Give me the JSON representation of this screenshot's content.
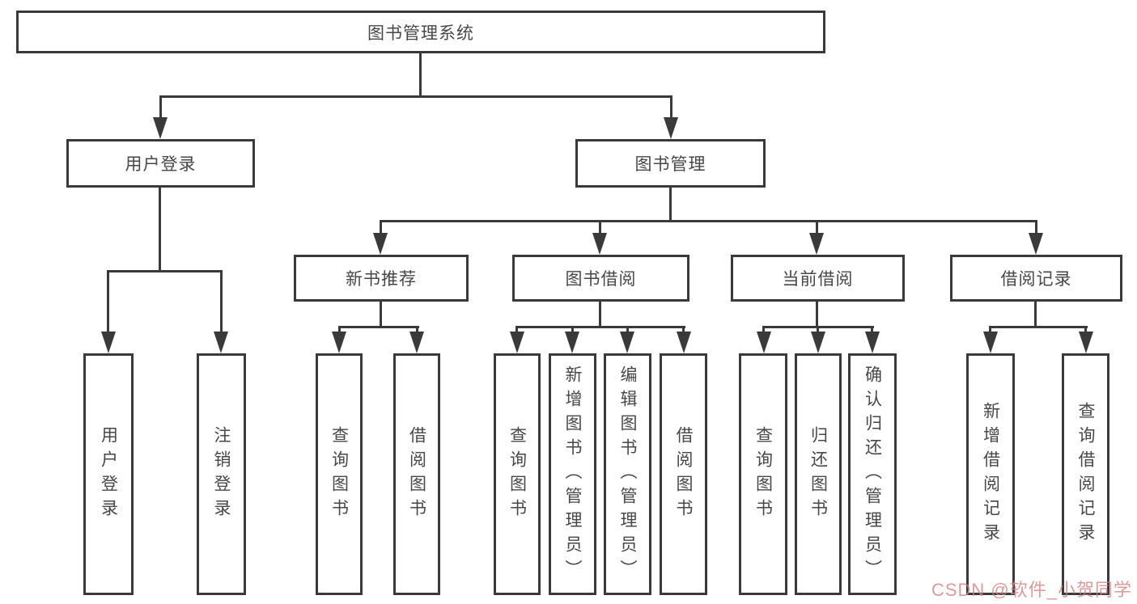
{
  "diagram": {
    "nodes": {
      "root": "图书管理系统",
      "user_login": "用户登录",
      "book_mgmt": "图书管理",
      "new_books": "新书推荐",
      "book_borrow": "图书借阅",
      "current_borrow": "当前借阅",
      "borrow_records": "借阅记录",
      "leaf_user_login": "用户登录",
      "leaf_logout": "注销登录",
      "nb_query": "查询图书",
      "nb_borrow": "借阅图书",
      "bb_query": "查询图书",
      "bb_add": "新增图书（管理员）",
      "bb_edit": "编辑图书（管理员）",
      "bb_borrow": "借阅图书",
      "cb_query": "查询图书",
      "cb_return": "归还图书",
      "cb_confirm": "确认归还（管理员）",
      "br_add": "新增借阅记录",
      "br_query": "查询借阅记录"
    },
    "watermark": "CSDN @软件_小贺同学",
    "colors": {
      "line": "#3a3a3a",
      "text": "#474747",
      "box_background": "#ffffff",
      "watermark": "#d08282"
    }
  }
}
